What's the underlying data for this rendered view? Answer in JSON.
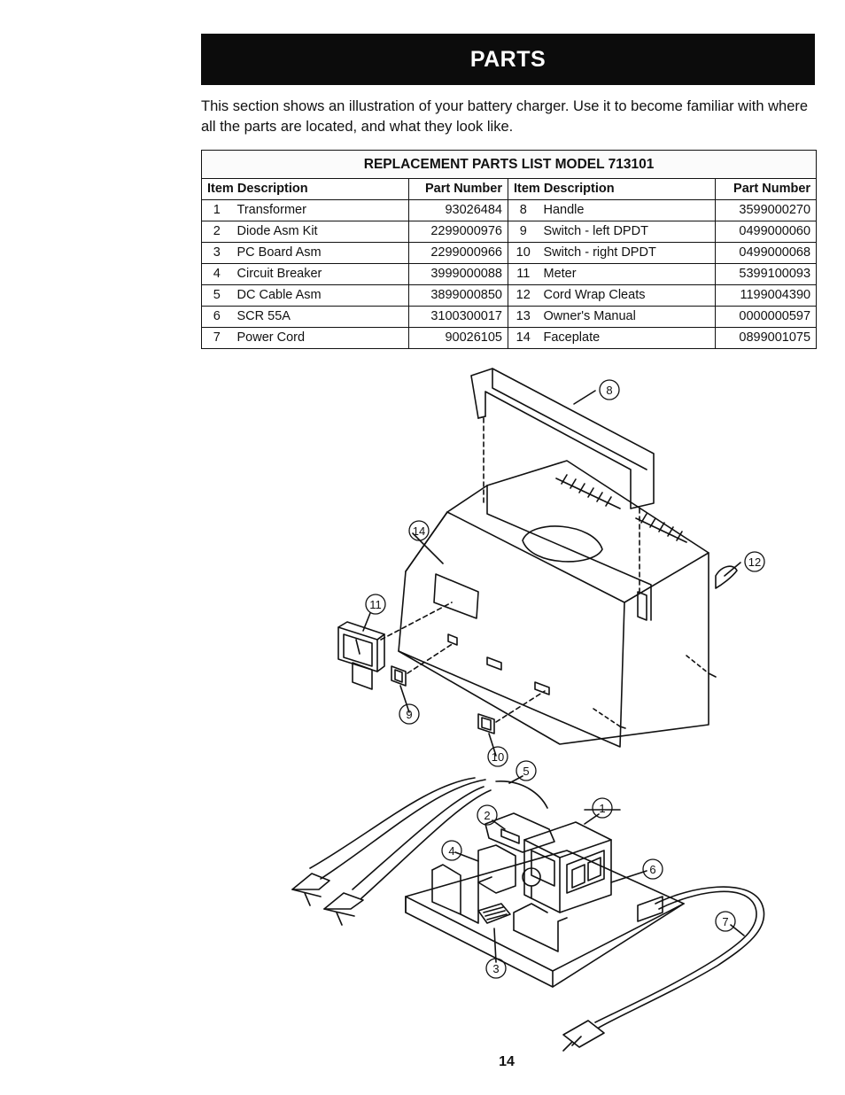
{
  "header": {
    "title": "PARTS"
  },
  "intro": "This section shows an illustration of your battery charger. Use it to become familiar with where all the parts are located, and what they look like.",
  "parts_table": {
    "title": "REPLACEMENT PARTS LIST MODEL 713101",
    "headers": {
      "item_description_left": "Item Description",
      "part_number_left": "Part Number",
      "item_description_right": "Item Description",
      "part_number_right": "Part Number"
    },
    "rows": [
      {
        "l_item": "1",
        "l_desc": "Transformer",
        "l_part": "93026484",
        "r_item": "8",
        "r_desc": "Handle",
        "r_part": "3599000270"
      },
      {
        "l_item": "2",
        "l_desc": "Diode Asm Kit",
        "l_part": "2299000976",
        "r_item": "9",
        "r_desc": "Switch - left DPDT",
        "r_part": "0499000060"
      },
      {
        "l_item": "3",
        "l_desc": "PC Board Asm",
        "l_part": "2299000966",
        "r_item": "10",
        "r_desc": "Switch - right DPDT",
        "r_part": "0499000068"
      },
      {
        "l_item": "4",
        "l_desc": "Circuit Breaker",
        "l_part": "3999000088",
        "r_item": "11",
        "r_desc": "Meter",
        "r_part": "5399100093"
      },
      {
        "l_item": "5",
        "l_desc": "DC Cable Asm",
        "l_part": "3899000850",
        "r_item": "12",
        "r_desc": "Cord Wrap Cleats",
        "r_part": "1199004390"
      },
      {
        "l_item": "6",
        "l_desc": "SCR 55A",
        "l_part": "3100300017",
        "r_item": "13",
        "r_desc": "Owner's Manual",
        "r_part": "0000000597"
      },
      {
        "l_item": "7",
        "l_desc": "Power Cord",
        "l_part": "90026105",
        "r_item": "14",
        "r_desc": "Faceplate",
        "r_part": "0899001075"
      }
    ]
  },
  "diagram": {
    "callouts": [
      "1",
      "2",
      "3",
      "4",
      "5",
      "6",
      "7",
      "8",
      "9",
      "10",
      "11",
      "12",
      "14"
    ]
  },
  "footer": {
    "page_number": "14"
  }
}
